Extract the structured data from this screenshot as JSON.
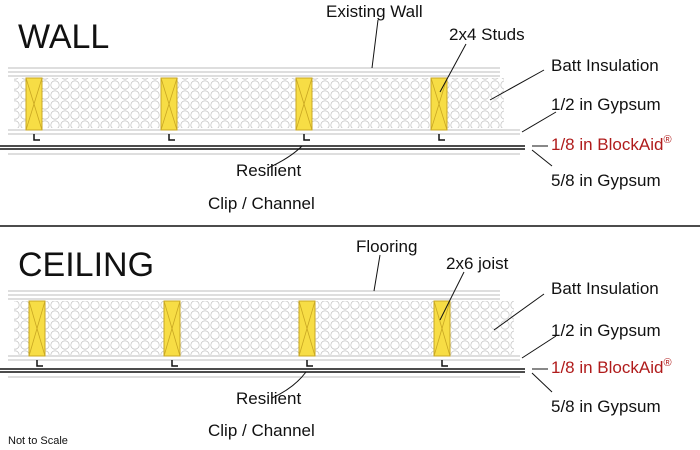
{
  "colors": {
    "stud_fill": "#f7dd45",
    "blockaid_red": "#b01c1c",
    "insulation": "#c8c8c8",
    "layer_line": "#bdbdbd"
  },
  "wall": {
    "title": "WALL",
    "existing": "Existing Wall",
    "framing": "2x4 Studs",
    "insulation": "Batt Insulation",
    "gypsum_half": "1/2 in Gypsum",
    "blockaid": "1/8 in BlockAid",
    "registered": "®",
    "gypsum_58": "5/8 in Gypsum",
    "clip_line1": "Resilient",
    "clip_line2": "Clip / Channel"
  },
  "ceiling": {
    "title": "CEILING",
    "existing": "Flooring",
    "framing": "2x6 joist",
    "insulation": "Batt Insulation",
    "gypsum_half": "1/2 in Gypsum",
    "blockaid": "1/8 in BlockAid",
    "registered": "®",
    "gypsum_58": "5/8 in Gypsum",
    "clip_line1": "Resilient",
    "clip_line2": "Clip / Channel"
  },
  "footer": {
    "note": "Not to Scale"
  }
}
